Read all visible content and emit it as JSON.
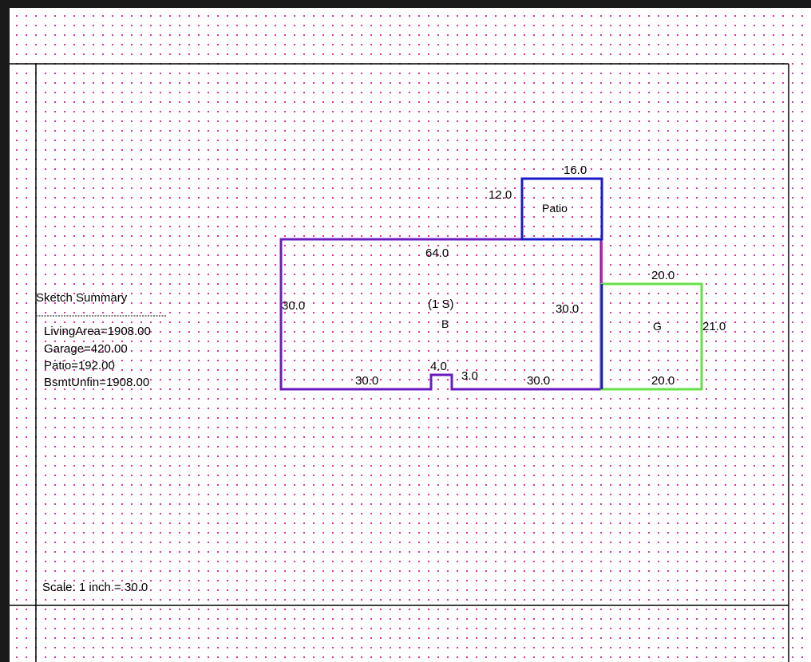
{
  "summary": {
    "title": "Sketch Summary",
    "lines": [
      "LivingArea=1908.00",
      "Garage=420.00",
      "Patio=192.00",
      "BsmtUnfin=1908.00"
    ]
  },
  "scale": "Scale: 1 inch = 30.0",
  "house": {
    "area_label": "(1 S)",
    "code": "B",
    "dims": {
      "top": "64.0",
      "left": "30.0",
      "right": "30.0",
      "bottom_left": "30.0",
      "notch_width": "4.0",
      "notch_depth": "3.0",
      "bottom_right": "30.0"
    }
  },
  "patio": {
    "name": "Patio",
    "dims": {
      "top": "16.0",
      "left": "12.0"
    }
  },
  "garage": {
    "code": "G",
    "dims": {
      "top": "20.0",
      "right": "21.0",
      "bottom": "20.0"
    }
  },
  "colors": {
    "background": "#ffffff",
    "grid_dot": "#d81b9a",
    "house_outline": "#6a1bc0",
    "patio_outline": "#1a1ac8",
    "garage_outline": "#66e04a",
    "frame": "#000000"
  }
}
